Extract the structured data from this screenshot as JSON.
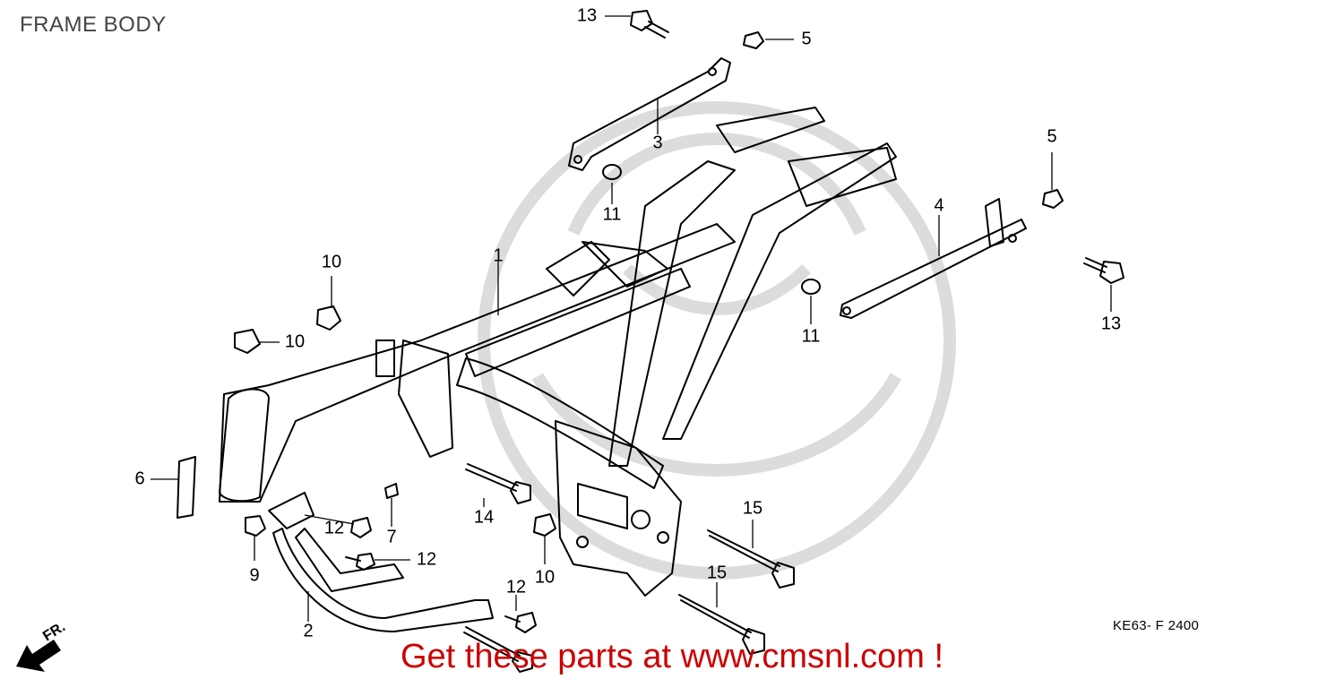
{
  "page": {
    "title": "FRAME BODY",
    "diagram_code": "KE63- F 2400",
    "promo_text": "Get these parts at www.cmsnl.com !",
    "front_indicator": "FR."
  },
  "callouts": [
    {
      "id": "c13a",
      "label": "13"
    },
    {
      "id": "c5a",
      "label": "5"
    },
    {
      "id": "c3",
      "label": "3"
    },
    {
      "id": "c11a",
      "label": "11"
    },
    {
      "id": "c5b",
      "label": "5"
    },
    {
      "id": "c4",
      "label": "4"
    },
    {
      "id": "c13b",
      "label": "13"
    },
    {
      "id": "c11b",
      "label": "11"
    },
    {
      "id": "c1",
      "label": "1"
    },
    {
      "id": "c10a",
      "label": "10"
    },
    {
      "id": "c10b",
      "label": "10"
    },
    {
      "id": "c6",
      "label": "6"
    },
    {
      "id": "c7",
      "label": "7"
    },
    {
      "id": "c12a",
      "label": "12"
    },
    {
      "id": "c12b",
      "label": "12"
    },
    {
      "id": "c9",
      "label": "9"
    },
    {
      "id": "c14",
      "label": "14"
    },
    {
      "id": "c10c",
      "label": "10"
    },
    {
      "id": "c15a",
      "label": "15"
    },
    {
      "id": "c15b",
      "label": "15"
    },
    {
      "id": "c12c",
      "label": "12"
    },
    {
      "id": "c2",
      "label": "2"
    }
  ],
  "colors": {
    "line": "#000000",
    "watermark": "#d9d9d9",
    "promo": "#cc0000",
    "title": "#444444"
  }
}
